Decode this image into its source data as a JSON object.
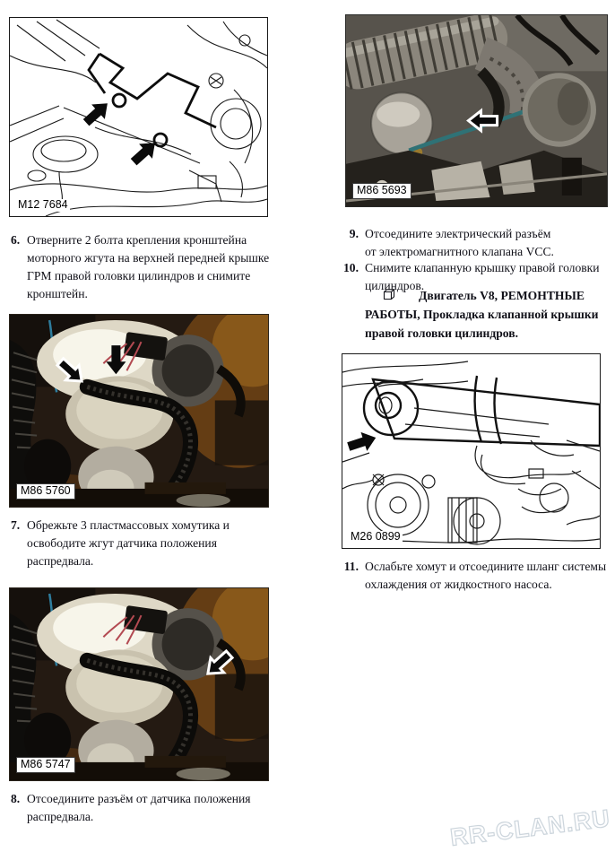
{
  "left_column": {
    "figure_top": {
      "label": "M12 7684"
    },
    "step_6": {
      "num": "6.",
      "text": "Отверните 2 болта крепления кронштейна моторного жгута на верхней передней крышке ГРМ правой головки цилиндров и снимите кронштейн."
    },
    "figure_mid": {
      "label": "M86 5760"
    },
    "step_7": {
      "num": "7.",
      "text": "Обрежьте 3 пластмассовых хомутика и освободите жгут датчика положения распредвала."
    },
    "figure_bottom": {
      "label": "M86 5747"
    },
    "step_8": {
      "num": "8.",
      "text": "Отсоедините разъём от датчика положения распредвала."
    }
  },
  "right_column": {
    "figure_top": {
      "label": "M86 5693"
    },
    "step_9": {
      "num": "9.",
      "text": "Отсоедините электрический разъём от электромагнитного клапана VCC."
    },
    "step_10": {
      "num": "10.",
      "text": "Снимите клапанную крышку правой головки цилиндров."
    },
    "reference": {
      "icon": "manual-book-icon",
      "text": "Двигатель V8, РЕМОНТНЫЕ РАБОТЫ, Прокладка клапанной крышки правой головки цилиндров."
    },
    "figure_mid": {
      "label": "M26 0899"
    },
    "step_11": {
      "num": "11.",
      "text": "Ослабьте хомут и отсоедините шланг системы охлаждения от жидкостного насоса."
    }
  },
  "watermark": {
    "text": "RR-CLAN.RU",
    "color": "#ccd5dc"
  }
}
